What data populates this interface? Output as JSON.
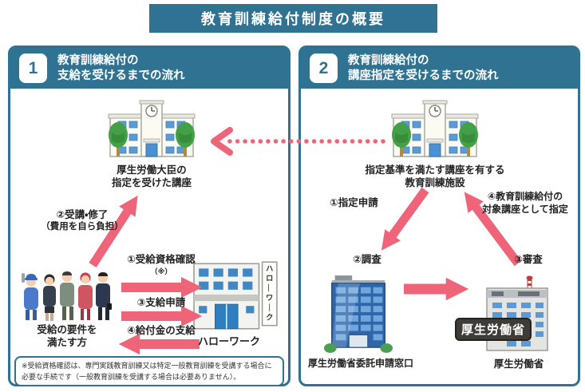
{
  "title": "教育訓練給付制度の概要",
  "colors": {
    "teal": "#2f7291",
    "pink": "#ee6478",
    "ink": "#222222",
    "window_blue": "#4f93d2"
  },
  "icons": {
    "school": "school-building-with-clock-and-trees",
    "people": "applicants-group",
    "hellowork": "hellowork-office-building",
    "office": "blue-office-tower",
    "government": "mhlw-government-building"
  },
  "panel1": {
    "number": "1",
    "title": [
      "教育訓練給付の",
      "支給を受けるまでの流れ"
    ],
    "school_caption": [
      "厚生労働大臣の",
      "指定を受けた講座"
    ],
    "attend_step": [
      "②受講・修了",
      "（費用を自ら負担）"
    ],
    "steps": {
      "confirm": "①受給資格確認",
      "confirm_note": "（※）",
      "apply": "③支給申請",
      "payment": "④給付金の支給"
    },
    "people_caption": [
      "受給の要件を",
      "満たす方"
    ],
    "hellowork_sign": "ハローワーク",
    "hellowork_caption": "ハローワーク",
    "footnote": [
      "※受給資格確認は、専門実践教育訓練又は特定一般教育訓練を受講する場合に必要な",
      "手続です（一般教育訓練を受講する場合は必要ありません）。"
    ]
  },
  "panel2": {
    "number": "2",
    "title": [
      "教育訓練給付の",
      "講座指定を受けるまでの流れ"
    ],
    "school_caption": [
      "指定基準を満たす講座を有する",
      "教育訓練施設"
    ],
    "steps": {
      "application": "①指定申請",
      "investigation": "②調査",
      "examination": "③審査",
      "designation": [
        "④教育訓練給付の",
        "対象講座として指定"
      ]
    },
    "building1_caption": "厚生労働省委託申請窓口",
    "mhlw_badge": "厚生労働省",
    "building2_caption": "厚生労働省"
  }
}
